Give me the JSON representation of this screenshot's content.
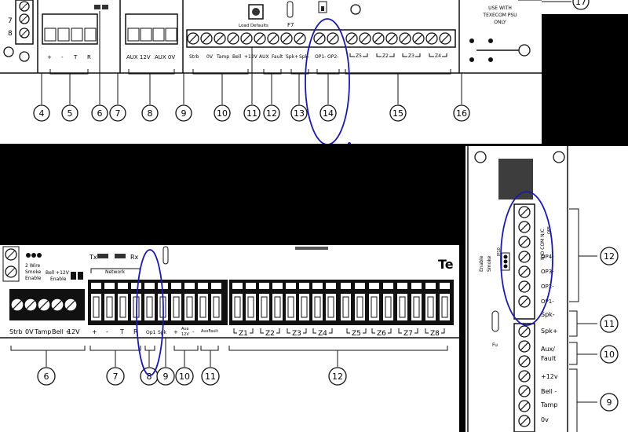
{
  "top_panel": {
    "row_numbers": [
      "7",
      "8"
    ],
    "notice_lines": [
      "USE WITH",
      "TEXECOM PSU",
      "ONLY"
    ],
    "load_defaults": "Load Defaults",
    "f7": "F7",
    "terminal_labels": [
      "+",
      "-",
      "T",
      "R",
      "AUX 12V",
      "AUX 0V",
      "Strb",
      "0V",
      "Tamp",
      "Bell",
      "+12V",
      "AUX",
      "Fault",
      "Spk+",
      "Spk-",
      "OP1-",
      "OP2-",
      "Z5",
      "Z2",
      "Z3",
      "Z4"
    ],
    "callouts": [
      "4",
      "5",
      "6",
      "7",
      "8",
      "9",
      "10",
      "11",
      "12",
      "13",
      "14",
      "15",
      "16",
      "17"
    ]
  },
  "bottom_panel": {
    "wire_smoke": [
      "2 Wire",
      "Smoke",
      "Enable"
    ],
    "bell_enable": [
      "Bell +12V",
      "Enable"
    ],
    "tx": "Tx",
    "rx": "Rx",
    "network": "Network",
    "brand": "Te",
    "terminal_labels": [
      "Strb",
      "0V",
      "Tamp",
      "Bell +",
      "12V",
      "+",
      "-",
      "T",
      "R",
      "Op1",
      "Spk",
      "+",
      "Aux",
      "12V",
      "-",
      "AuxFault",
      "Z1",
      "Z2",
      "Z3",
      "Z4",
      "Z5",
      "Z6",
      "Z7",
      "Z8"
    ],
    "callouts": [
      "6",
      "7",
      "8",
      "9",
      "10",
      "11",
      "12"
    ]
  },
  "right_panel": {
    "jumper": [
      "Enable",
      "Smoke",
      "JP10"
    ],
    "relay_labels": [
      "N/O COM N/C",
      "OP5"
    ],
    "output_labels": [
      "OP4-",
      "OP3-",
      "OP2-",
      "OP1-"
    ],
    "speaker_labels": [
      "Spk-",
      "Spk+"
    ],
    "aux_labels": [
      "Aux/",
      "Fault"
    ],
    "bell_labels": [
      "+12v",
      "Bell -",
      "Tamp",
      "0v"
    ],
    "fuse": "Fu",
    "callouts": [
      "12",
      "11",
      "10",
      "9"
    ]
  },
  "colors": {
    "highlight": "#1a1aa8",
    "ink": "#111111",
    "background": "#000000",
    "panel": "#ffffff"
  }
}
